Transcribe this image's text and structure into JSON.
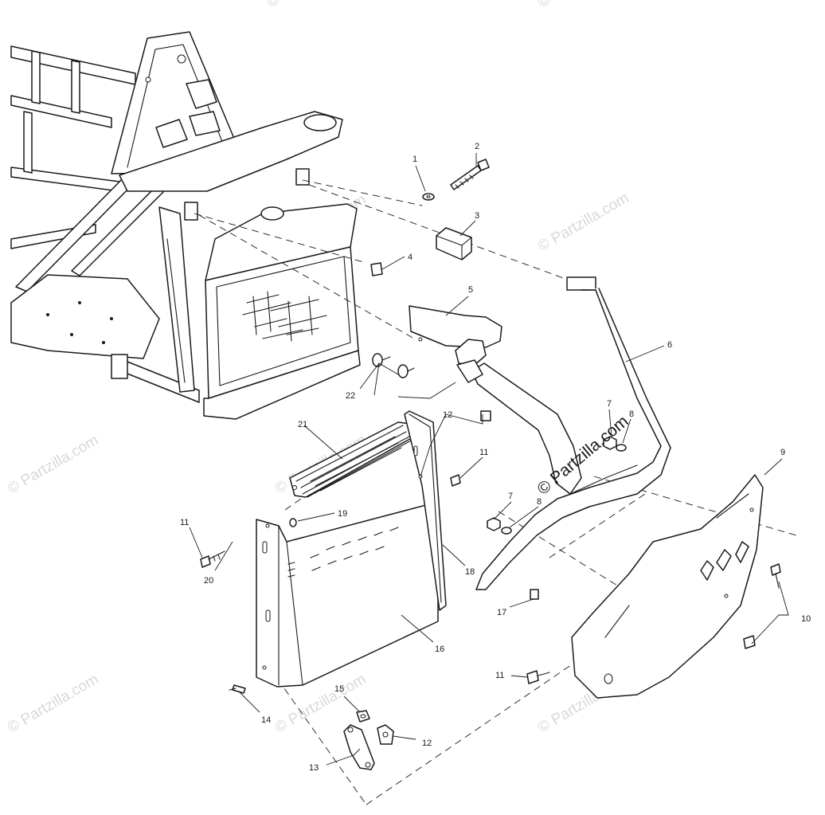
{
  "watermark": {
    "text": "© Partzilla.com"
  },
  "callouts": {
    "c1": "1",
    "c2": "2",
    "c3": "3",
    "c4": "4",
    "c5": "5",
    "c6": "6",
    "c7a": "7",
    "c7b": "7",
    "c8a": "8",
    "c8b": "8",
    "c9": "9",
    "c10": "10",
    "c11a": "11",
    "c11b": "11",
    "c11c": "11",
    "c12a": "12",
    "c12b": "12",
    "c13": "13",
    "c14": "14",
    "c15": "15",
    "c16": "16",
    "c17": "17",
    "c18": "18",
    "c19": "19",
    "c20": "20",
    "c21": "21",
    "c22": "22"
  }
}
